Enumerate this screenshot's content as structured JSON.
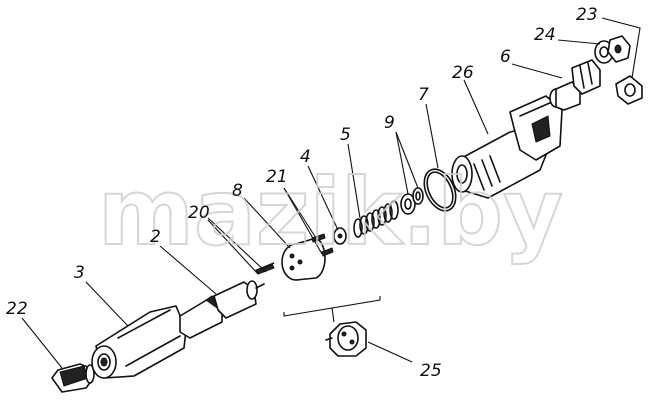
{
  "diagram": {
    "watermark": "mazik.by",
    "labels": {
      "p2": "2",
      "p3": "3",
      "p4": "4",
      "p5": "5",
      "p6": "6",
      "p7": "7",
      "p8": "8",
      "p9": "9",
      "p20": "20",
      "p21": "21",
      "p22": "22",
      "p23": "23",
      "p24": "24",
      "p25": "25",
      "p26": "26"
    }
  }
}
